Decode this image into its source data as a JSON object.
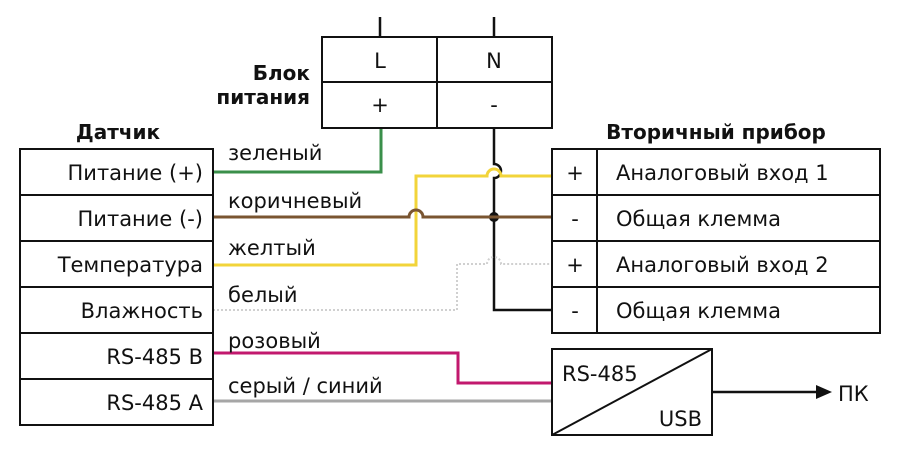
{
  "power_block": {
    "title_line1": "Блок",
    "title_line2": "питания",
    "col_l": "L",
    "col_n": "N",
    "plus": "+",
    "minus": "-"
  },
  "sensor": {
    "title": "Датчик",
    "rows": [
      "Питание (+)",
      "Питание (-)",
      "Температура",
      "Влажность",
      "RS-485 B",
      "RS-485 A"
    ]
  },
  "wires": {
    "labels": [
      "зеленый",
      "коричневый",
      "желтый",
      "белый",
      "розовый",
      "серый / синий"
    ],
    "colors": {
      "green": "#3a8f4a",
      "brown": "#7a5531",
      "yellow": "#f2d43a",
      "white": "#d0d0d0",
      "pink": "#c2186e",
      "gray": "#a6a6a6",
      "black": "#111111"
    }
  },
  "secondary": {
    "title": "Вторичный прибор",
    "rows": [
      {
        "sign": "+",
        "label": "Аналоговый вход 1"
      },
      {
        "sign": "-",
        "label": "Общая клемма"
      },
      {
        "sign": "+",
        "label": "Аналоговый вход 2"
      },
      {
        "sign": "-",
        "label": "Общая клемма"
      }
    ]
  },
  "converter": {
    "top": "RS-485",
    "bottom": "USB",
    "output": "ПК"
  }
}
